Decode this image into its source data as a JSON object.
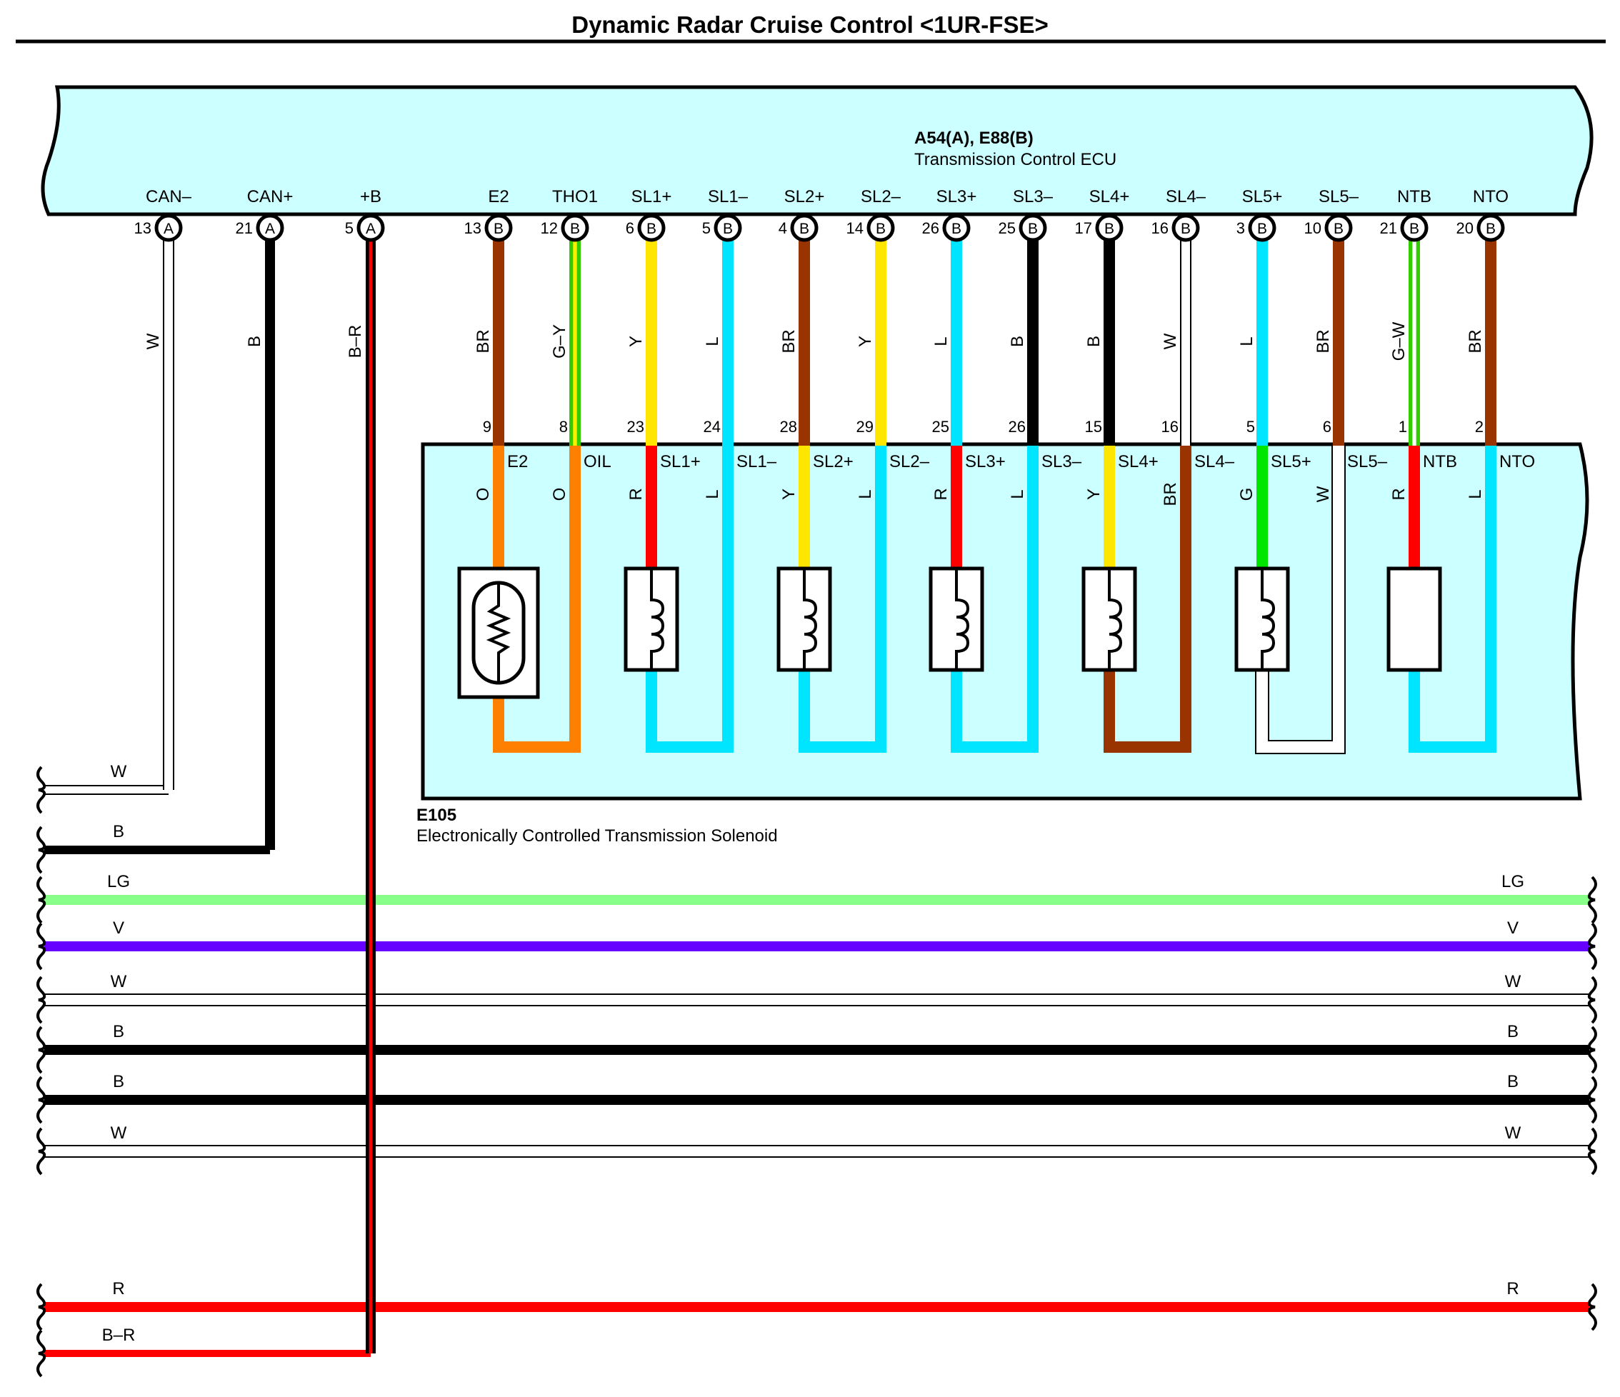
{
  "title": "Dynamic Radar Cruise Control <1UR-FSE>",
  "ecu": {
    "connector": "A54(A), E88(B)",
    "name": "Transmission Control ECU",
    "terminals": [
      {
        "label": "CAN–",
        "pin": "13",
        "conn": "A",
        "wire": "W",
        "color": "#ffffff"
      },
      {
        "label": "CAN+",
        "pin": "21",
        "conn": "A",
        "wire": "B",
        "color": "#000000"
      },
      {
        "label": "+B",
        "pin": "5",
        "conn": "A",
        "wire": "B–R",
        "color": "#000000",
        "stripe": "#ff0000"
      },
      {
        "label": "E2",
        "pin": "13",
        "conn": "B",
        "wire": "BR",
        "color": "#993300",
        "spin": "9"
      },
      {
        "label": "THO1",
        "pin": "12",
        "conn": "B",
        "wire": "G–Y",
        "color": "#33cc00",
        "stripe": "#ffee00",
        "spin": "8"
      },
      {
        "label": "SL1+",
        "pin": "6",
        "conn": "B",
        "wire": "Y",
        "color": "#ffe600",
        "spin": "23"
      },
      {
        "label": "SL1–",
        "pin": "5",
        "conn": "B",
        "wire": "L",
        "color": "#00e5ff",
        "spin": "24"
      },
      {
        "label": "SL2+",
        "pin": "4",
        "conn": "B",
        "wire": "BR",
        "color": "#993300",
        "spin": "28"
      },
      {
        "label": "SL2–",
        "pin": "14",
        "conn": "B",
        "wire": "Y",
        "color": "#ffe600",
        "spin": "29"
      },
      {
        "label": "SL3+",
        "pin": "26",
        "conn": "B",
        "wire": "L",
        "color": "#00e5ff",
        "spin": "25"
      },
      {
        "label": "SL3–",
        "pin": "25",
        "conn": "B",
        "wire": "B",
        "color": "#000000",
        "spin": "26"
      },
      {
        "label": "SL4+",
        "pin": "17",
        "conn": "B",
        "wire": "B",
        "color": "#000000",
        "spin": "15"
      },
      {
        "label": "SL4–",
        "pin": "16",
        "conn": "B",
        "wire": "W",
        "color": "#ffffff",
        "spin": "16"
      },
      {
        "label": "SL5+",
        "pin": "3",
        "conn": "B",
        "wire": "L",
        "color": "#00e5ff",
        "spin": "5"
      },
      {
        "label": "SL5–",
        "pin": "10",
        "conn": "B",
        "wire": "BR",
        "color": "#993300",
        "spin": "6"
      },
      {
        "label": "NTB",
        "pin": "21",
        "conn": "B",
        "wire": "G–W",
        "color": "#33cc00",
        "stripe": "#ffffff",
        "spin": "1"
      },
      {
        "label": "NTO",
        "pin": "20",
        "conn": "B",
        "wire": "BR",
        "color": "#993300",
        "spin": "2"
      }
    ]
  },
  "solenoid": {
    "connector": "E105",
    "name": "Electronically Controlled Transmission Solenoid",
    "terminals": [
      {
        "label": "E2",
        "wire": "O",
        "color": "#ff8000"
      },
      {
        "label": "OIL",
        "wire": "O",
        "color": "#ff8000"
      },
      {
        "label": "SL1+",
        "wire": "R",
        "color": "#ff0000"
      },
      {
        "label": "SL1–",
        "wire": "L",
        "color": "#00e5ff"
      },
      {
        "label": "SL2+",
        "wire": "Y",
        "color": "#ffe600"
      },
      {
        "label": "SL2–",
        "wire": "L",
        "color": "#00e5ff"
      },
      {
        "label": "SL3+",
        "wire": "R",
        "color": "#ff0000"
      },
      {
        "label": "SL3–",
        "wire": "L",
        "color": "#00e5ff"
      },
      {
        "label": "SL4+",
        "wire": "Y",
        "color": "#ffe600"
      },
      {
        "label": "SL4–",
        "wire": "BR",
        "color": "#993300"
      },
      {
        "label": "SL5+",
        "wire": "G",
        "color": "#00e600"
      },
      {
        "label": "SL5–",
        "wire": "W",
        "color": "#ffffff"
      },
      {
        "label": "NTB",
        "wire": "R",
        "color": "#ff0000"
      },
      {
        "label": "NTO",
        "wire": "L",
        "color": "#00e5ff"
      }
    ]
  },
  "buses": [
    {
      "label": "W",
      "color": "#ffffff",
      "right": false
    },
    {
      "label": "B",
      "color": "#000000",
      "right": false
    },
    {
      "label": "LG",
      "color": "#88ff88",
      "right": true
    },
    {
      "label": "V",
      "color": "#6600ff",
      "right": true
    },
    {
      "label": "W",
      "color": "#ffffff",
      "right": true
    },
    {
      "label": "B",
      "color": "#000000",
      "right": true
    },
    {
      "label": "B",
      "color": "#000000",
      "right": true
    },
    {
      "label": "W",
      "color": "#ffffff",
      "right": true
    },
    {
      "label": "R",
      "color": "#ff0000",
      "right": true
    },
    {
      "label": "B–R",
      "color": "#ff0000",
      "right": false
    }
  ],
  "colors": {
    "panel_fill": "#ccffff",
    "outline": "#000000"
  }
}
